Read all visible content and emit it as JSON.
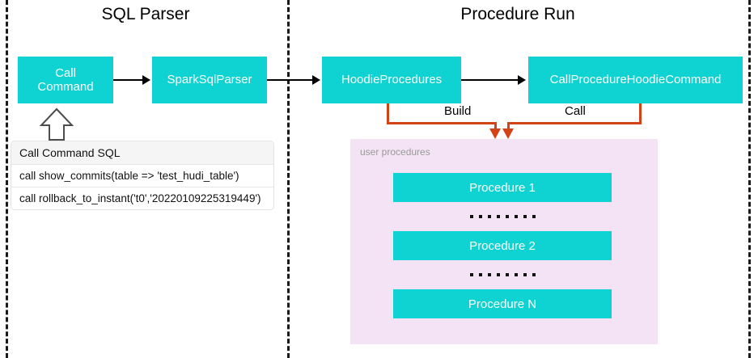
{
  "diagram": {
    "type": "flow",
    "sections": [
      {
        "id": "sql-parser",
        "title": "SQL Parser"
      },
      {
        "id": "procedure-run",
        "title": "Procedure Run"
      }
    ],
    "nodes": [
      {
        "id": "call-command",
        "label": "Call\nCommand",
        "label_line1": "Call",
        "label_line2": "Command"
      },
      {
        "id": "spark-sql-parser",
        "label": "SparkSqlParser"
      },
      {
        "id": "hoodie-procedures",
        "label": "HoodieProcedures"
      },
      {
        "id": "call-procedure-hoodie-command",
        "label": "CallProcedureHoodieCommand"
      }
    ],
    "edge_labels": {
      "build": "Build",
      "call": "Call"
    },
    "sql_table": {
      "header": "Call Command SQL",
      "rows": [
        "call show_commits(table => 'test_hudi_table')",
        "call rollback_to_instant('t0','20220109225319449')"
      ]
    },
    "procedures_panel": {
      "label": "user procedures",
      "items": [
        {
          "label": "Procedure 1"
        },
        {
          "label": "Procedure 2"
        },
        {
          "label": "Procedure N"
        }
      ],
      "ellipsis_dots": 8
    },
    "colors": {
      "node_fill": "#0fd2d2",
      "node_text": "#ffffff",
      "panel_fill": "#f3e3f4",
      "connector_orange": "#d44315",
      "connector_black": "#000000",
      "divider": "#1a1a1a",
      "table_header_fill": "#f5f5f5"
    }
  }
}
